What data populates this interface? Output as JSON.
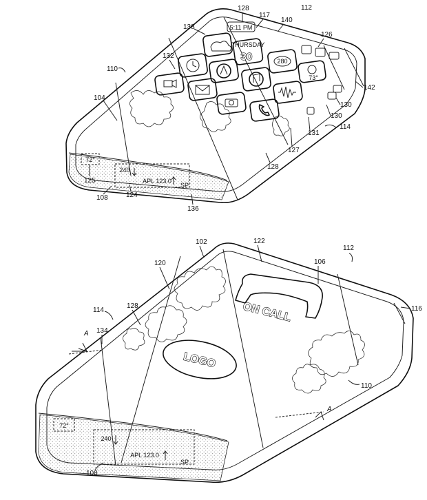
{
  "top_figure": {
    "refs": {
      "r128a": "128",
      "r117": "117",
      "r112": "112",
      "r140": "140",
      "r138": "138",
      "r126": "126",
      "r110": "110",
      "r132": "132",
      "r142": "142",
      "r104": "104",
      "r130a": "130",
      "r130b": "130",
      "r131": "131",
      "r114": "114",
      "r127": "127",
      "r128b": "128",
      "r125": "125",
      "r124": "124",
      "r108": "108",
      "r136": "136"
    },
    "status_time": "5:11 PM",
    "calendar_day": "THURSDAY",
    "calendar_date": "30",
    "app_value": "280",
    "weather_temp": "73°",
    "temp_display": "72°",
    "count_display": "240",
    "stock_display": "APL 123.0",
    "sp_display": "SP"
  },
  "bottom_figure": {
    "refs": {
      "r102": "102",
      "r122": "122",
      "r112": "112",
      "r120": "120",
      "r106": "106",
      "r114": "114",
      "r128": "128",
      "r116": "116",
      "r134": "134",
      "rA1": "A",
      "r110": "110",
      "rA2": "A",
      "r108": "108"
    },
    "call_text": "ON CALL",
    "logo_text": "LOGO",
    "temp_display": "72°",
    "count_display": "240",
    "stock_display": "APL 123.0",
    "sp_display": "SP"
  },
  "icons": {
    "top": [
      "weather-icon",
      "calendar-icon",
      "app-icon",
      "clock-icon",
      "compass-icon",
      "music-icon",
      "sun-icon",
      "video-icon",
      "mail-icon",
      "soundwave-icon",
      "camera-icon",
      "phone-icon"
    ],
    "bottom": [
      "phone-handset-icon"
    ]
  }
}
